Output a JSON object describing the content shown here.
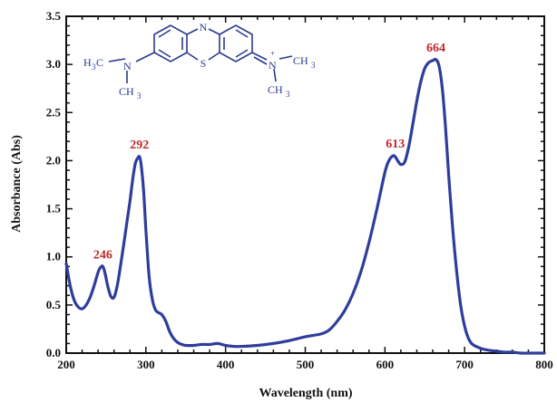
{
  "chart_data": {
    "type": "line",
    "title": "",
    "xlabel": "Wavelength (nm)",
    "ylabel": "Absorbance (Abs)",
    "xlim": [
      200,
      800
    ],
    "ylim": [
      0,
      3.5
    ],
    "xticks": [
      200,
      300,
      400,
      500,
      600,
      700,
      800
    ],
    "yticks": [
      "0.0",
      "0.5",
      "1.0",
      "1.5",
      "2.0",
      "2.5",
      "3.0",
      "3.5"
    ],
    "grid": false,
    "line_color": "#2e3d9c",
    "label_color": "#c0282d",
    "series": [
      {
        "x": [
          200,
          205,
          210,
          215,
          220,
          225,
          230,
          235,
          240,
          243,
          246,
          249,
          252,
          256,
          260,
          264,
          268,
          272,
          276,
          280,
          284,
          287,
          290,
          292,
          294,
          297,
          300,
          304,
          308,
          312,
          316,
          320,
          325,
          330,
          335,
          340,
          345,
          350,
          360,
          370,
          380,
          390,
          400,
          410,
          420,
          440,
          460,
          480,
          500,
          520,
          530,
          540,
          550,
          560,
          570,
          580,
          590,
          600,
          605,
          610,
          613,
          616,
          620,
          625,
          630,
          635,
          640,
          645,
          650,
          655,
          660,
          664,
          668,
          672,
          676,
          680,
          685,
          690,
          695,
          700,
          705,
          710,
          720,
          730,
          740,
          750,
          760,
          770,
          780,
          790,
          800
        ],
        "y": [
          0.93,
          0.7,
          0.55,
          0.48,
          0.46,
          0.5,
          0.58,
          0.7,
          0.84,
          0.89,
          0.9,
          0.82,
          0.7,
          0.59,
          0.58,
          0.7,
          0.9,
          1.12,
          1.35,
          1.58,
          1.84,
          1.98,
          2.03,
          2.04,
          1.96,
          1.7,
          1.28,
          0.8,
          0.56,
          0.45,
          0.42,
          0.4,
          0.33,
          0.22,
          0.15,
          0.11,
          0.09,
          0.08,
          0.08,
          0.09,
          0.09,
          0.1,
          0.08,
          0.07,
          0.07,
          0.08,
          0.1,
          0.13,
          0.17,
          0.2,
          0.24,
          0.33,
          0.45,
          0.62,
          0.85,
          1.15,
          1.5,
          1.88,
          2.0,
          2.05,
          2.04,
          2.0,
          1.96,
          1.99,
          2.15,
          2.38,
          2.62,
          2.82,
          2.96,
          3.02,
          3.04,
          3.05,
          2.98,
          2.75,
          2.35,
          1.85,
          1.3,
          0.85,
          0.5,
          0.28,
          0.15,
          0.09,
          0.05,
          0.03,
          0.02,
          0.01,
          0.01,
          0.0,
          0.0,
          0.0,
          0.0
        ]
      }
    ],
    "annotations": [
      {
        "text": "246",
        "x": 246,
        "y": 0.9
      },
      {
        "text": "292",
        "x": 292,
        "y": 2.04
      },
      {
        "text": "613",
        "x": 613,
        "y": 2.05
      },
      {
        "text": "664",
        "x": 664,
        "y": 3.05
      }
    ]
  },
  "molecule": {
    "ring_n": "N",
    "ring_s": "S",
    "left_group": {
      "top": "H",
      "sub": "3",
      "c": "C",
      "n": "N",
      "bottom": "CH",
      "bottom_sub": "3"
    },
    "right_group": {
      "n": "N",
      "charge": "+",
      "ch3_top": "CH",
      "ch3_top_sub": "3",
      "ch3_bottom": "CH",
      "ch3_bottom_sub": "3"
    }
  }
}
